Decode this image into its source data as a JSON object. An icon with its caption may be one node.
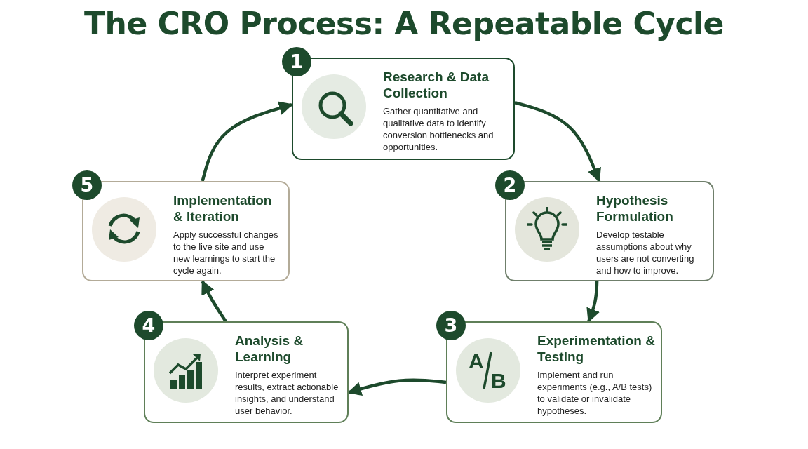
{
  "diagram": {
    "title": "The CRO Process: A Repeatable Cycle",
    "nodes": [
      {
        "text": [
          "1",
          "Research & Data Collection",
          "Gather quantitative and qualitative data to identify conversion bottlenecks and opportunities."
        ]
      },
      {
        "text": [
          "2",
          "Hypothesis Formulation",
          "Develop testable assumptions about why users are not converting and how to improve."
        ]
      },
      {
        "text": [
          "3",
          "Experimentation & Testing",
          "Implement and run experiments (e.g., A/B tests) to validate or invalidate hypotheses."
        ]
      },
      {
        "text": [
          "4",
          "Analysis & Learning",
          "Interpret experiment results, extract actionable insights, and understand user behavior."
        ]
      },
      {
        "text": [
          "5",
          "Implementation & Iteration",
          "Apply successful changes to the live site and use new learnings to start the cycle again."
        ]
      }
    ],
    "edges": [
      {
        "from": 0,
        "to": 1,
        "arrow": "to"
      },
      {
        "from": 1,
        "to": 2,
        "arrow": "to"
      },
      {
        "from": 2,
        "to": 3,
        "arrow": "to"
      },
      {
        "from": 3,
        "to": 4,
        "arrow": "to"
      },
      {
        "from": 4,
        "to": 0,
        "arrow": "to"
      }
    ],
    "labels": [
      "A",
      "B"
    ]
  }
}
